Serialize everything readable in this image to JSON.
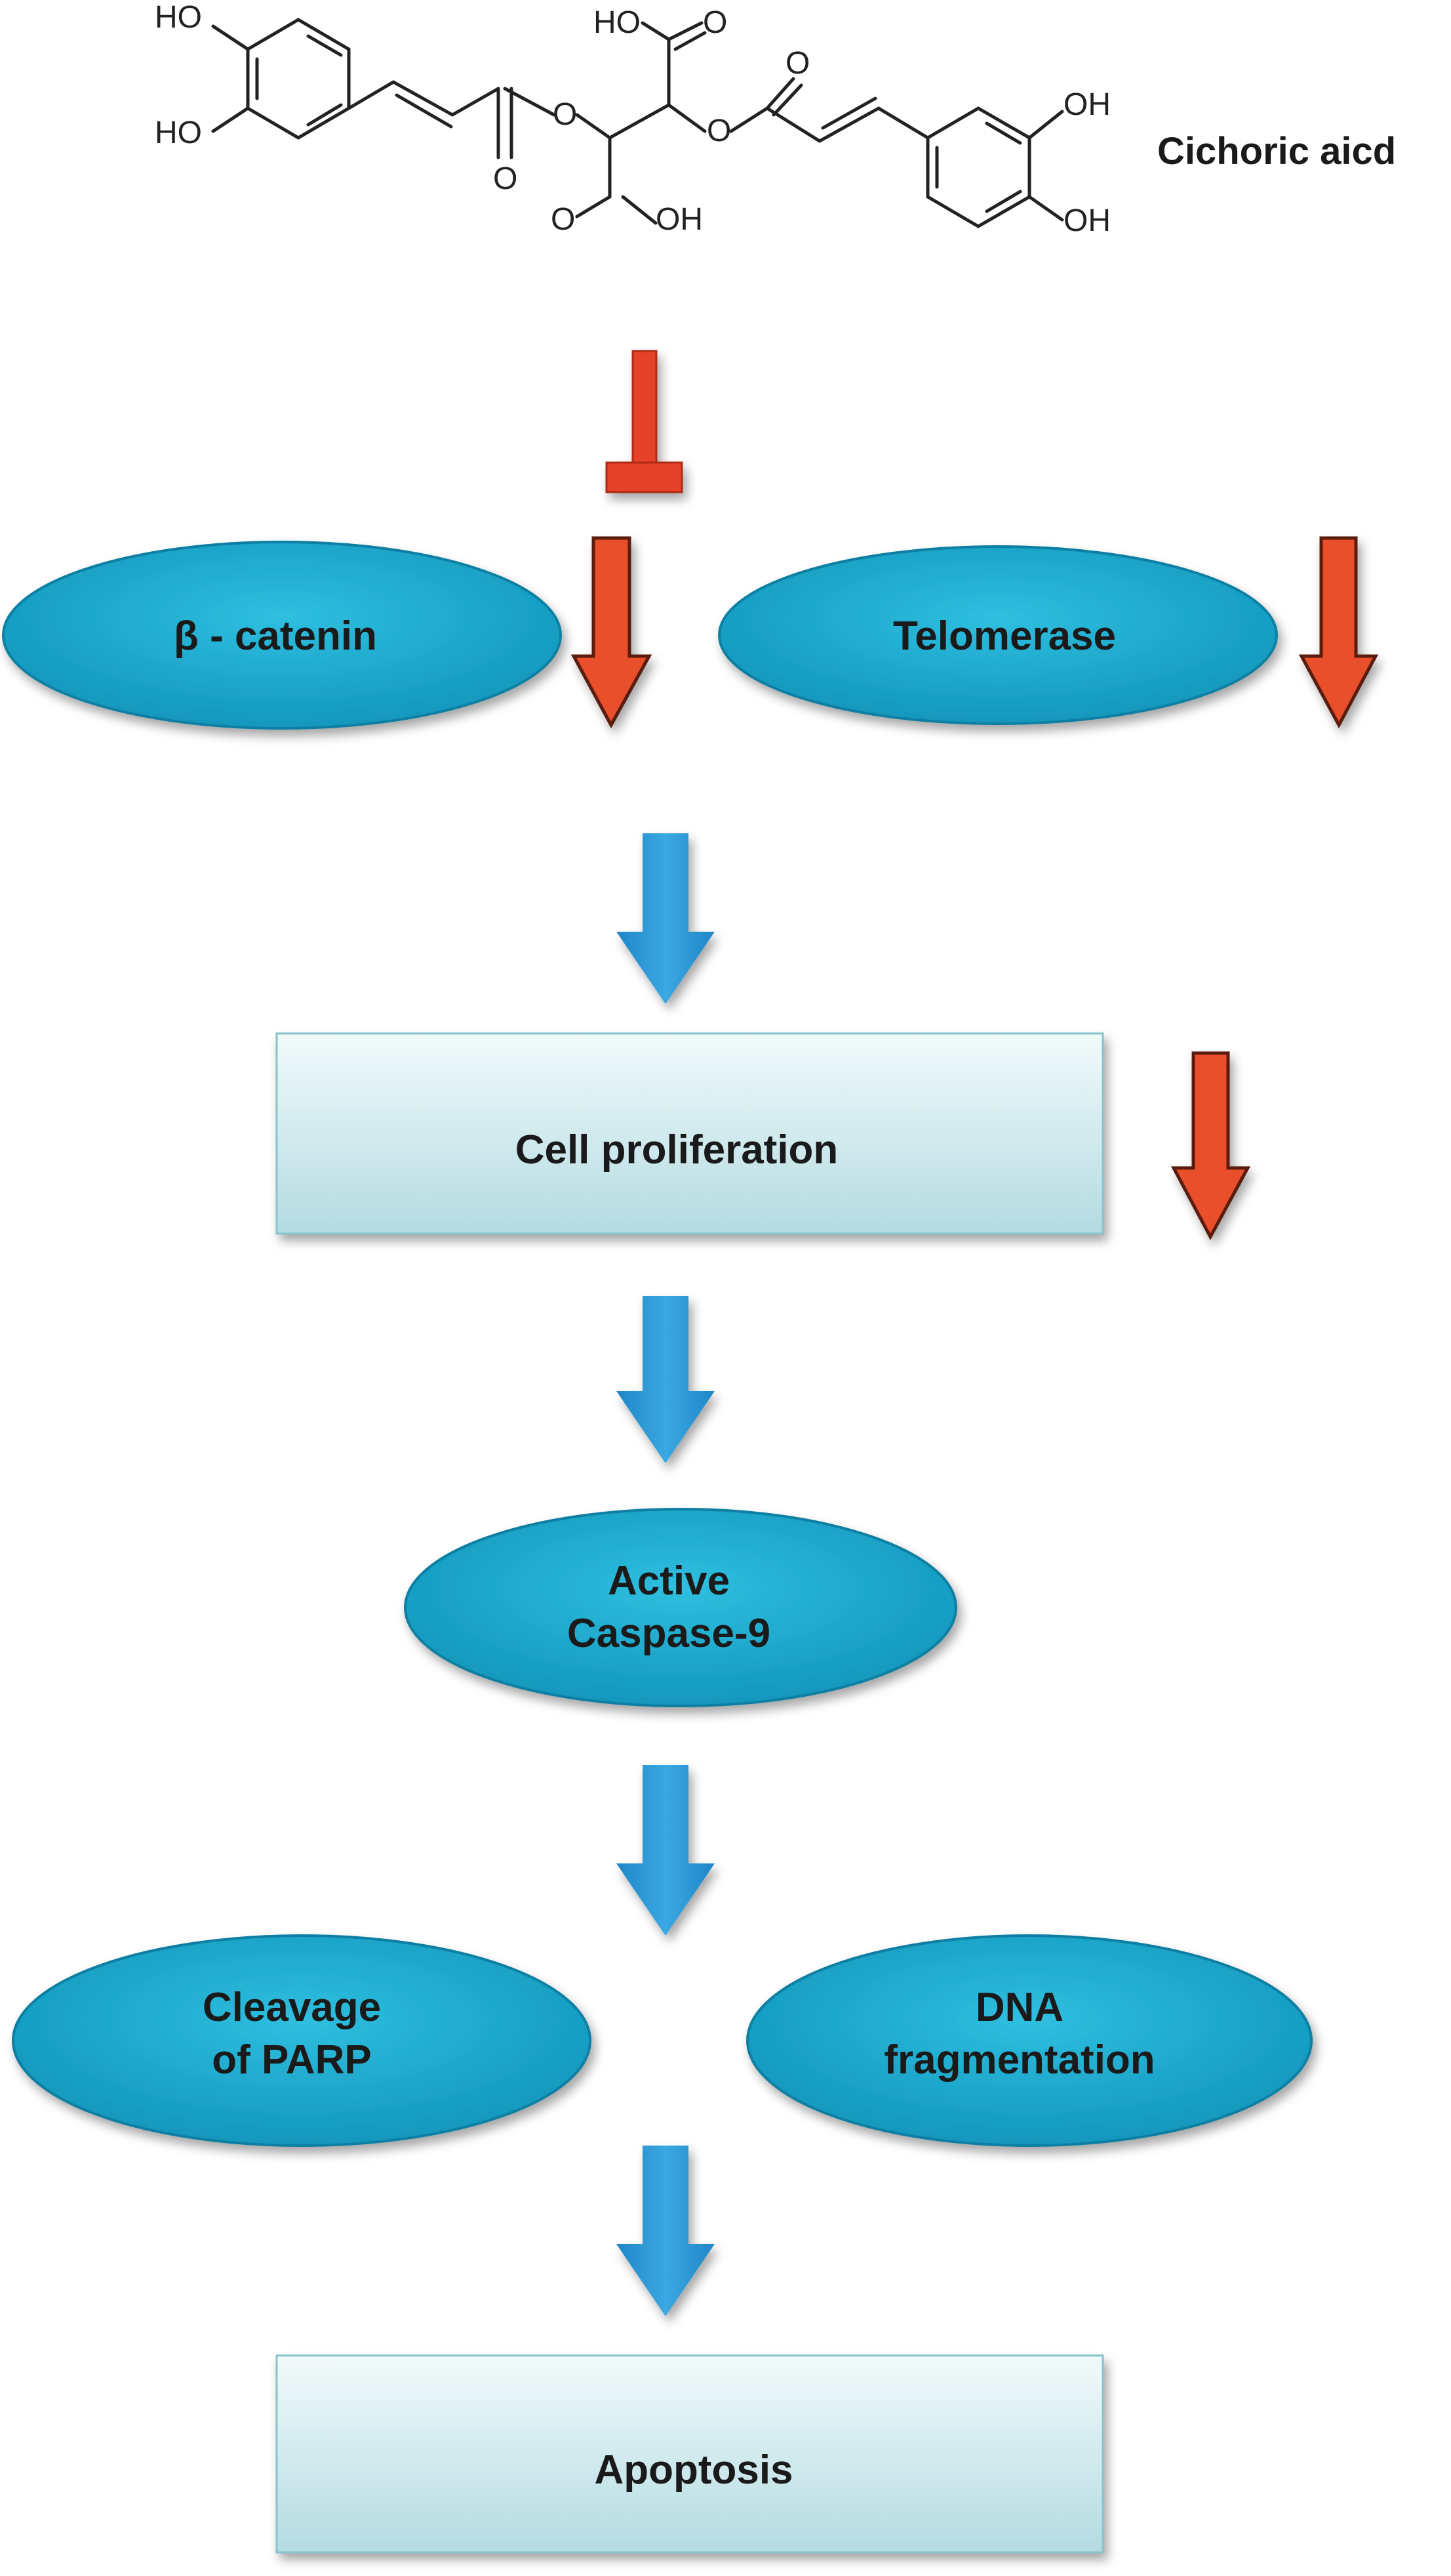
{
  "compound": {
    "name": "Cichoric aicd",
    "atoms": {
      "ho_top_left": "HO",
      "ho_mid_left": "HO",
      "ho_acid_top": "HO",
      "o_acid_top": "O",
      "o_ester_left": "O",
      "o_carbonyl_left": "O",
      "o_ester_right": "O",
      "o_carbonyl_right": "O",
      "o_acid_bottom": "O",
      "oh_acid_bottom": "OH",
      "oh_right_top": "OH",
      "oh_right_bottom": "OH"
    }
  },
  "nodes": {
    "beta_catenin": "β - catenin",
    "telomerase": "Telomerase",
    "cell_proliferation": "Cell proliferation",
    "caspase_line1": "Active",
    "caspase_line2": "Caspase-9",
    "parp_line1": "Cleavage",
    "parp_line2": "of PARP",
    "dna_line1": "DNA",
    "dna_line2": "fragmentation",
    "apoptosis": "Apoptosis"
  },
  "colors": {
    "ellipse_fill": "#1aa7c9",
    "ellipse_edge": "#0a7fa2",
    "box_fill_top": "#eaf6f7",
    "box_fill_bottom": "#b7dde2",
    "inhibit_red": "#e6432a",
    "down_arrow_red": "#e8502a",
    "flow_arrow_blue": "#2a97d6",
    "bond": "#222222"
  }
}
